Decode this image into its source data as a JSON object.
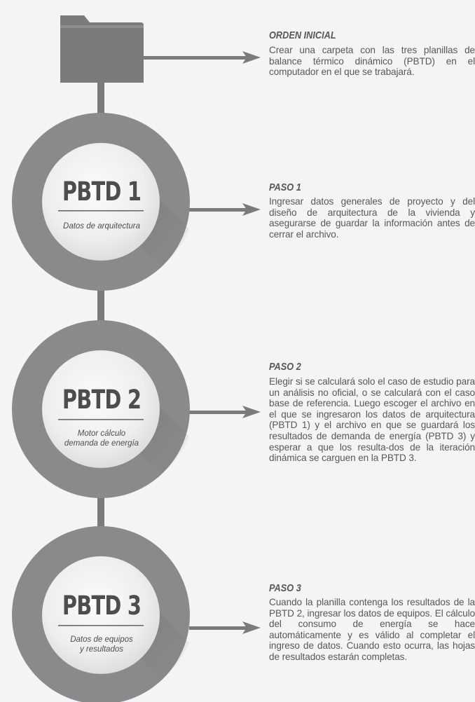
{
  "steps": [
    {
      "title": "ORDEN INICIAL",
      "text": "Crear una carpeta con las tres planillas de balance térmico dinámico (PBTD) en el computador en el que se trabajará."
    },
    {
      "title": "PASO 1",
      "text": "Ingresar datos generales de proyecto y del diseño de arquitectura de la vivienda y asegurarse de guardar la información antes de cerrar el archivo."
    },
    {
      "title": "PASO 2",
      "text": "Elegir si se calculará solo el caso de estudio para un análisis no oficial, o se calculará con el caso base de referencia. Luego escoger el archivo en el que se ingresaron los datos de arquitectura (PBTD 1) y el archivo en que se guardará los resultados de demanda de energía (PBTD 3) y esperar a que los resulta-dos de la iteración dinámica se carguen en la PBTD 3."
    },
    {
      "title": "PASO 3",
      "text": "Cuando la planilla contenga los resultados de la PBTD 2, ingresar los datos de equipos. El cálculo del consumo de energía se hace automáticamente y es válido al completar el ingreso de datos. Cuando esto ocurra, las hojas de resultados estarán completas."
    }
  ],
  "circles": [
    {
      "title": "PBTD 1",
      "subtitle_lines": [
        "Datos de arquitectura"
      ]
    },
    {
      "title": "PBTD 2",
      "subtitle_lines": [
        "Motor cálculo",
        "demanda de energía"
      ]
    },
    {
      "title": "PBTD 3",
      "subtitle_lines": [
        "Datos de equipos",
        "y resultados"
      ]
    }
  ],
  "colors": {
    "background": "#f4f4f5",
    "dark_gray": "#7b7b7d",
    "outer_ring": "#8a8a8c",
    "inner_circle": "#f2f2f2",
    "text": "#58585a"
  }
}
